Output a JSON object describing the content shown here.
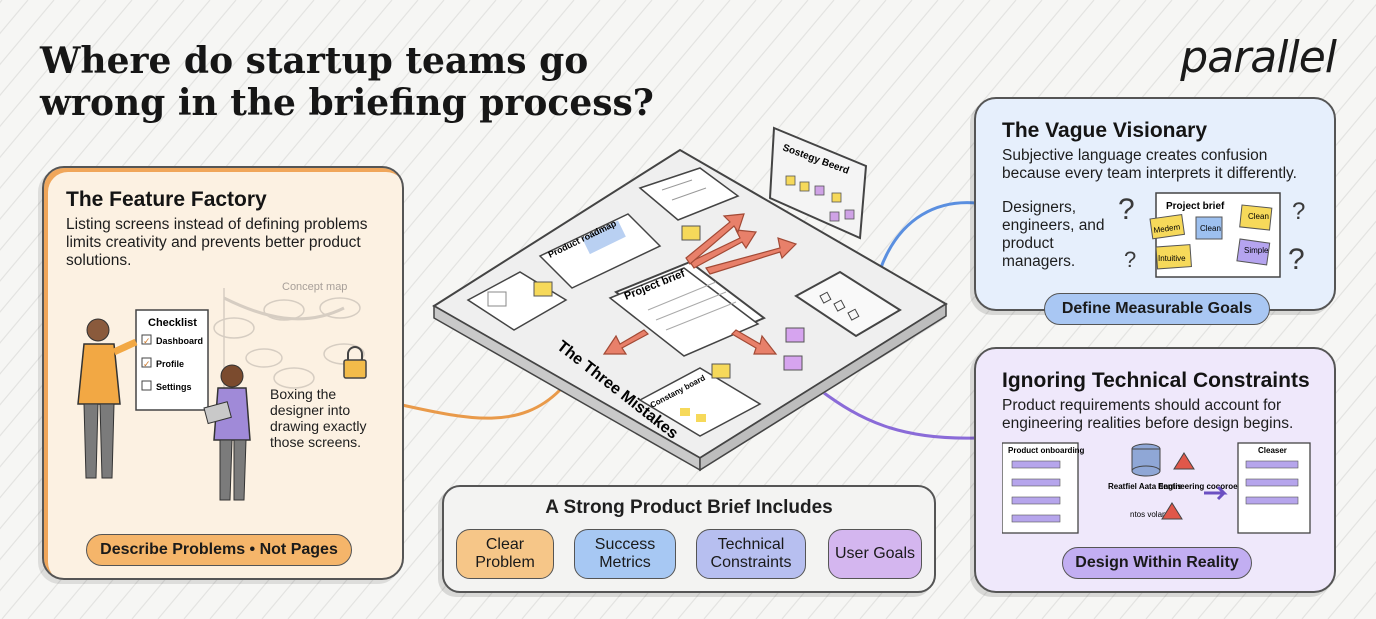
{
  "title": "Where do startup teams go wrong in the briefing process?",
  "logo": "parallel",
  "feature_factory": {
    "heading": "The Feature Factory",
    "description": "Listing screens instead of defining problems limits creativity and prevents better product solutions.",
    "checklist_title": "Checklist",
    "checklist_items": [
      "Dashboard",
      "Profile",
      "Settings"
    ],
    "concept_map_label": "Concept map",
    "boxing_text": "Boxing the designer into drawing exactly those screens.",
    "pill": "Describe Problems • Not Pages",
    "accent": "#f0a65a"
  },
  "vague_visionary": {
    "heading": "The Vague Visionary",
    "description": "Subjective language creates confusion because every team interprets it differently.",
    "roles_text": "Designers, engineers, and product managers.",
    "brief_title": "Project brief",
    "notes": [
      "Medem",
      "Clean",
      "Clean",
      "Intuitive",
      "Simple"
    ],
    "pill": "Define Measurable Goals",
    "accent": "#7aa9ef"
  },
  "technical": {
    "heading": "Ignoring Technical Constraints",
    "description": "Product requirements should account for engineering realities before design begins.",
    "onboarding_label": "Product onboarding",
    "middle_labels": [
      "Reatfiel Aata flentis",
      "Engineering cocoroenity",
      "ntos volams"
    ],
    "right_label": "Cleaser",
    "pill": "Design Within Reality",
    "accent": "#a98be8"
  },
  "board": {
    "label": "The Three Mistakes",
    "docs": [
      "Product roadmap",
      "Project brief",
      "Constany board"
    ],
    "strategy_board": "Sostegy Beerd"
  },
  "strong_brief": {
    "heading": "A Strong Product Brief Includes",
    "items": [
      "Clear Problem",
      "Success Metrics",
      "Technical Constraints",
      "User Goals"
    ]
  }
}
